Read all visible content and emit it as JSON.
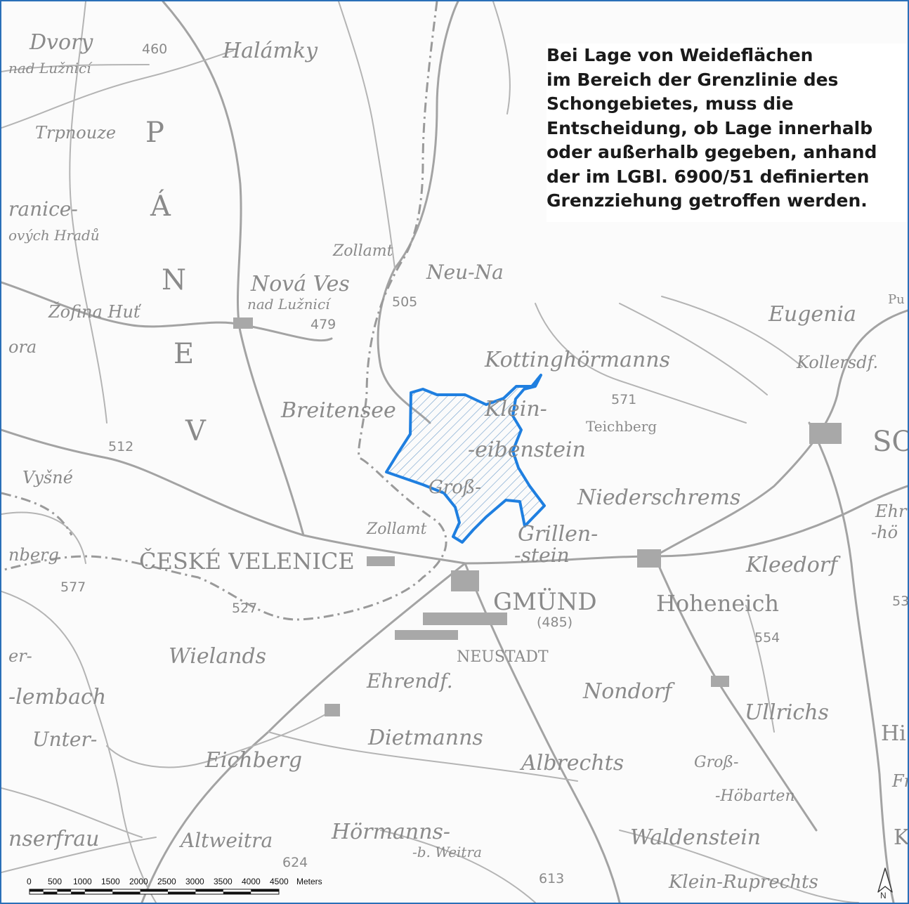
{
  "note_lines": [
    "Bei Lage von Weideflächen",
    "im Bereich der Grenzlinie des",
    "Schongebietes, muss die",
    "Entscheidung, ob Lage innerhalb",
    "oder außerhalb gegeben, anhand",
    "der im LGBl. 6900/51 definierten",
    "Grenzziehung getroffen werden."
  ],
  "places": {
    "dvory": "Dvory",
    "nad_luznici_1": "nad Lužnicí",
    "halamky": "Halámky",
    "trpnouze": "Trpnouze",
    "ranice": "ranice-",
    "ovych_hradu": "ových Hradů",
    "zollamt_1": "Zollamt",
    "neu_na": "Neu-Na",
    "nova_ves": "Nová Ves",
    "nad_luznici_2": "nad Lužnicí",
    "zofina_hut": "Žofina Huť",
    "ora": "ora",
    "eugenia": "Eugenia",
    "kottinghoermanns": "Kottinghörmanns",
    "kollersdf": "Kollersdf.",
    "breitensee": "Breitensee",
    "klein": "Klein-",
    "teichberg": "Teichberg",
    "eibenstein": "-eibenstein",
    "vysne": "Vyšné",
    "gross_1": "Groß-",
    "niederschrems": "Niederschrems",
    "ehr": "Ehr",
    "hoe": "-hö",
    "zollamt_2": "Zollamt",
    "grillen": "Grillen-",
    "stein": "-stein",
    "nberg": "nberg",
    "ceske_velenice": "ČESKÉ VELENICE",
    "kleedorf": "Kleedorf",
    "gmuend": "GMÜND",
    "hoheneich": "Hoheneich",
    "neustadt": "NEUSTADT",
    "wielands": "Wielands",
    "er": "er-",
    "ehrendf": "Ehrendf.",
    "lembach": "-lembach",
    "nondorf": "Nondorf",
    "ullrichs": "Ullrichs",
    "unter": "Unter-",
    "dietmanns": "Dietmanns",
    "hi": "Hi",
    "eichberg": "Eichberg",
    "albrechts": "Albrechts",
    "gross_2": "Groß-",
    "hoebarten": "-Höbarten",
    "fr": "Fr",
    "hoermanns": "Hörmanns-",
    "b_weitra": "-b. Weitra",
    "waldenstein": "Waldenstein",
    "nserfrau": "nserfrau",
    "altweitra": "Altweitra",
    "klein_ruprechts": "Klein-Ruprechts",
    "k": "K",
    "so": "SO",
    "pu": "Pu",
    "panev_p": "P",
    "panev_a": "Á",
    "panev_n": "N",
    "panev_e": "E",
    "panev_v": "V"
  },
  "elevations": {
    "e460": "460",
    "e505": "505",
    "e479": "479",
    "e571": "571",
    "e512": "512",
    "e577": "577",
    "e527": "527",
    "e485": "(485)",
    "e554": "554",
    "e53": "53",
    "e624": "624",
    "e613": "613"
  },
  "scale": {
    "ticks": [
      "0",
      "500",
      "1000",
      "1500",
      "2000",
      "2500",
      "3000",
      "3500",
      "4000",
      "4500"
    ],
    "unit": "Meters"
  },
  "north_label": "N",
  "colors": {
    "frame_border": "#2a6fb8",
    "protected_area_outline": "#1f7fe0",
    "base_map_grey": "#8a8a8a",
    "note_text": "#1a1a1a"
  }
}
